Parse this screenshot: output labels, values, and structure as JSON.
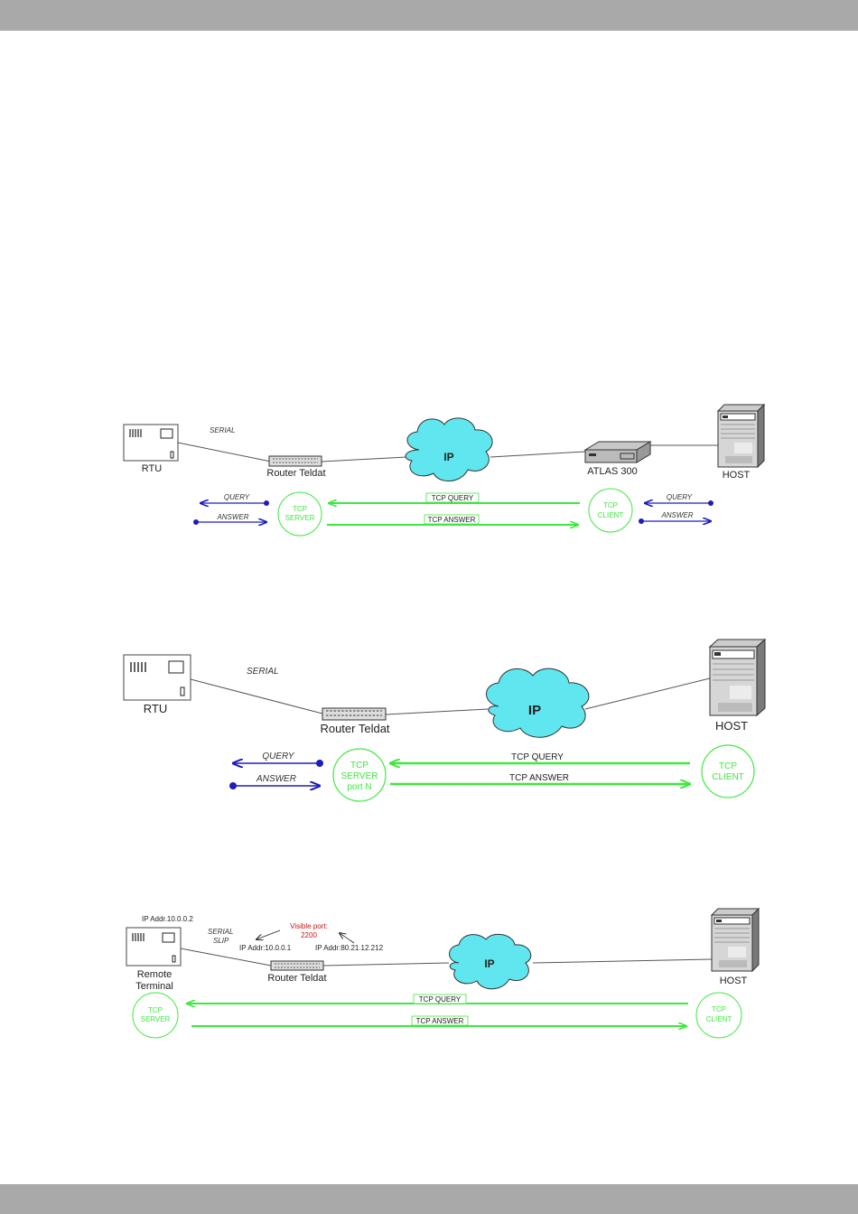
{
  "colors": {
    "green": "#3ee83e",
    "blue": "#1d1dbb",
    "cloud": "#5fe6ee",
    "red": "#cc1111"
  },
  "diagram1": {
    "rtu": "RTU",
    "serial": "SERIAL",
    "router": "Router Teldat",
    "cloud": "IP",
    "atlas": "ATLAS 300",
    "host": "HOST",
    "query": "QUERY",
    "answer": "ANSWER",
    "tcp_server_1": "TCP",
    "tcp_server_2": "SERVER",
    "tcp_client_1": "TCP",
    "tcp_client_2": "CLIENT",
    "tcp_query": "TCP QUERY",
    "tcp_answer": "TCP ANSWER"
  },
  "diagram2": {
    "rtu": "RTU",
    "serial": "SERIAL",
    "router": "Router Teldat",
    "cloud": "IP",
    "host": "HOST",
    "query": "QUERY",
    "answer": "ANSWER",
    "tcp_server_1": "TCP",
    "tcp_server_2": "SERVER",
    "tcp_server_3": "port N",
    "tcp_client_1": "TCP",
    "tcp_client_2": "CLIENT",
    "tcp_query": "TCP QUERY",
    "tcp_answer": "TCP ANSWER"
  },
  "diagram3": {
    "ip_terminal": "IP Addr.10.0.0.2",
    "serial_1": "SERIAL",
    "serial_2": "SLIP",
    "visible_port_1": "Visible port:",
    "visible_port_2": "2200",
    "ip_router_in": "IP Addr:10.0.0.1",
    "ip_router_out": "IP Addr:80.21.12.212",
    "remote_1": "Remote",
    "remote_2": "Terminal",
    "router": "Router Teldat",
    "cloud": "IP",
    "host": "HOST",
    "tcp_server_1": "TCP",
    "tcp_server_2": "SERVER",
    "tcp_client_1": "TCP",
    "tcp_client_2": "CLIENT",
    "tcp_query": "TCP QUERY",
    "tcp_answer": "TCP ANSWER"
  }
}
